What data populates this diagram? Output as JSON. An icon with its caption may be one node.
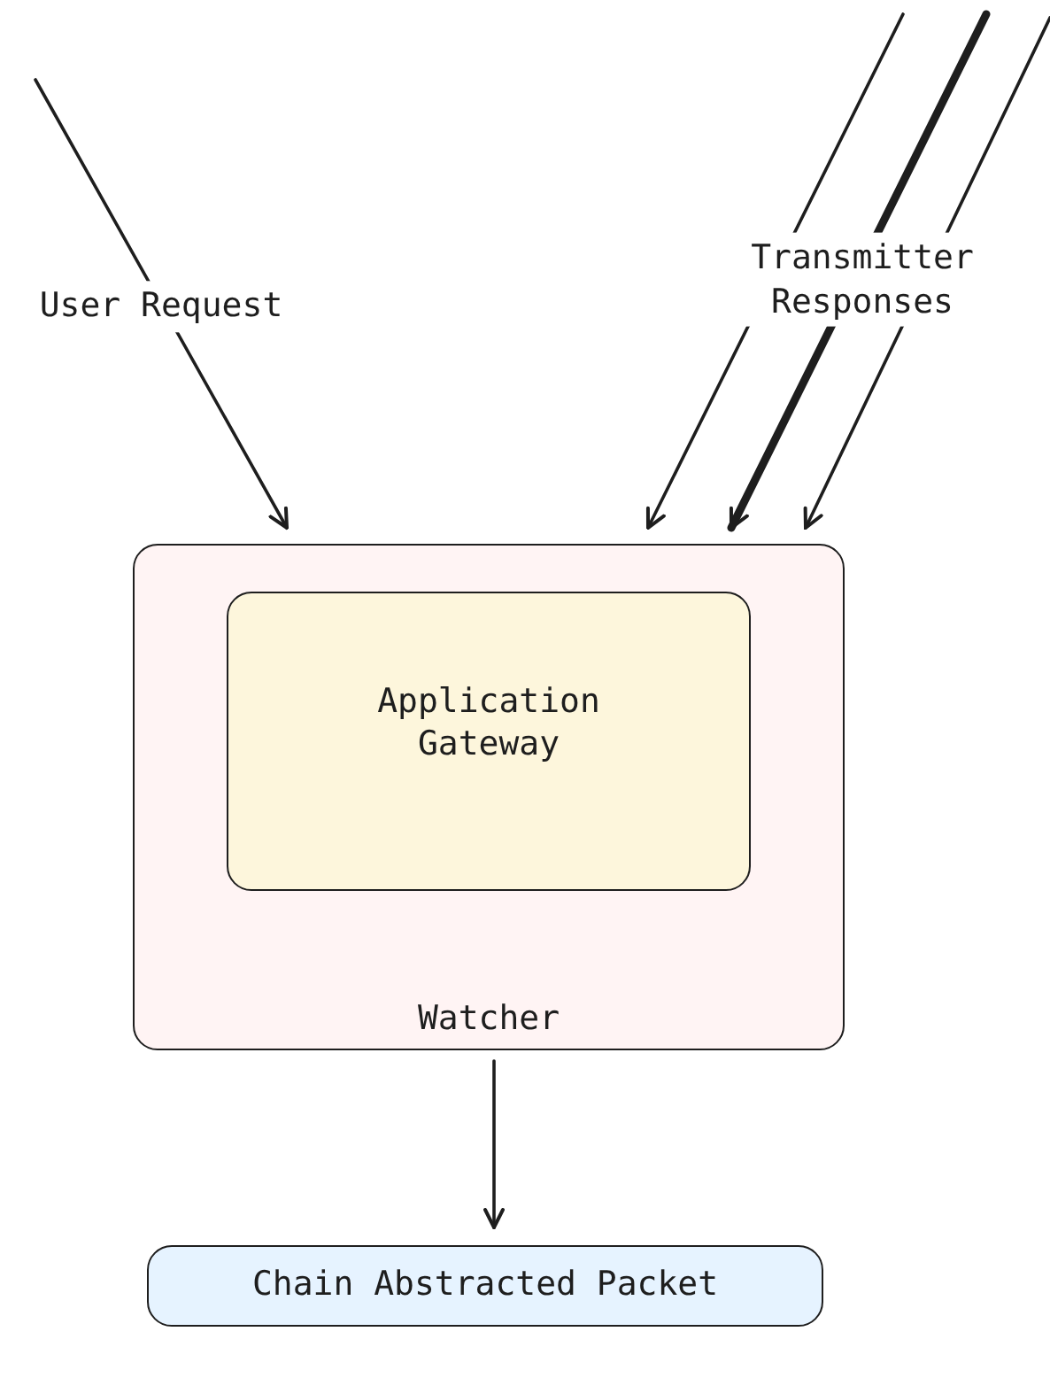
{
  "diagram": {
    "nodes": [
      {
        "text": [
          "Watcher"
        ]
      },
      {
        "text": [
          "Application Gateway"
        ],
        "in": 0
      },
      {
        "text": [
          "Chain Abstracted Packet"
        ]
      }
    ],
    "edges": [
      {
        "from": null,
        "to": 0,
        "arrow": "to",
        "label": "User Request"
      },
      {
        "from": null,
        "to": 0,
        "arrow": "to"
      },
      {
        "from": null,
        "to": 0,
        "arrow": "to",
        "style": "thick",
        "label": "Transmitter Responses"
      },
      {
        "from": null,
        "to": 0,
        "arrow": "to"
      },
      {
        "from": 0,
        "to": 2,
        "arrow": "to"
      }
    ]
  }
}
